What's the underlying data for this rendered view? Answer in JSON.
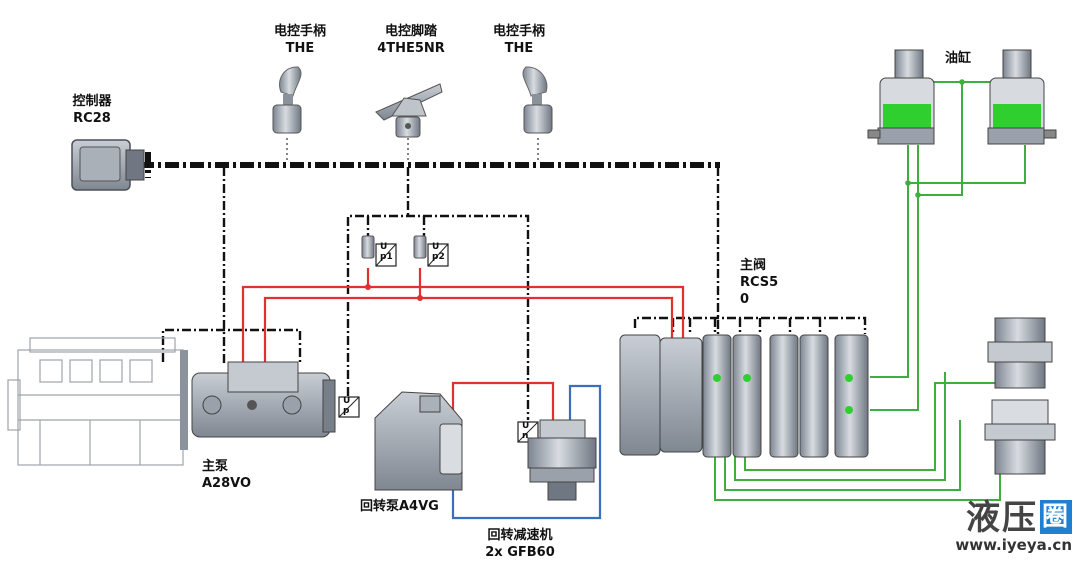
{
  "labels": {
    "controller": {
      "name": "控制器",
      "model": "RC28"
    },
    "handle_left": {
      "name": "电控手柄",
      "model": "THE"
    },
    "pedal": {
      "name": "电控脚踏",
      "model": "4THE5NR"
    },
    "handle_right": {
      "name": "电控手柄",
      "model": "THE"
    },
    "cylinder": {
      "name": "油缸"
    },
    "main_valve": {
      "name": "主阀",
      "model_1": "RCS5",
      "model_2": "0"
    },
    "main_pump": {
      "name": "主泵",
      "model": "A28VO"
    },
    "swing_pump": {
      "name": "回转泵A4VG"
    },
    "swing_reducer": {
      "name": "回转减速机",
      "model": "2x GFB60"
    }
  },
  "sensors": {
    "p1": {
      "top": "U",
      "bottom": "p1"
    },
    "p2": {
      "top": "U",
      "bottom": "p2"
    },
    "pump": {
      "top": "U",
      "bottom": "p"
    },
    "motor": {
      "top": "U",
      "bottom": "n"
    }
  },
  "watermark": {
    "brand": "液压",
    "box": "圈",
    "url": "www.iyeya.cn"
  },
  "colors": {
    "bus": "#111111",
    "red": "#e03030",
    "blue": "#3a6fc0",
    "green": "#3fae3f",
    "gray": "#9ea3ab",
    "brand": "#1f7fd1"
  }
}
